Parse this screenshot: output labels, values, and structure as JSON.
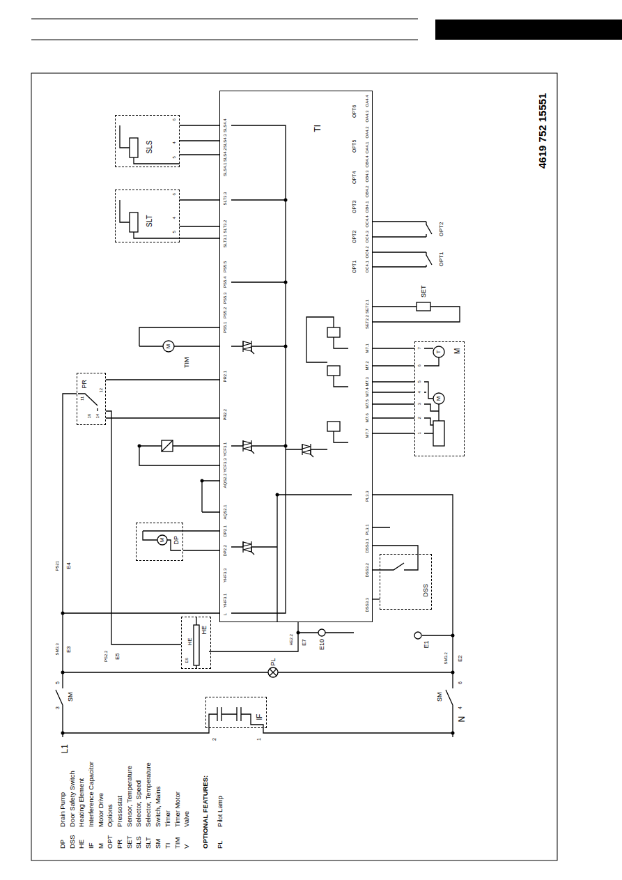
{
  "diagram": {
    "nodes": [
      {
        "text": [
          "TI"
        ]
      },
      {
        "text": [
          "SLS"
        ]
      },
      {
        "text": [
          "SLT"
        ]
      },
      {
        "text": [
          "PR"
        ]
      },
      {
        "text": [
          "DP"
        ]
      },
      {
        "text": [
          "HE",
          "HE"
        ]
      },
      {
        "text": [
          "DSS"
        ]
      },
      {
        "text": [
          "M"
        ]
      },
      {
        "text": [
          "IF"
        ]
      }
    ],
    "edges": [
      {
        "from": 1,
        "to": 0,
        "arrow": "none"
      },
      {
        "from": 2,
        "to": 0,
        "arrow": "none"
      },
      {
        "from": 3,
        "to": 0,
        "arrow": "none"
      },
      {
        "from": 4,
        "to": 0,
        "arrow": "none"
      },
      {
        "from": 5,
        "to": 3,
        "arrow": "none"
      },
      {
        "from": 6,
        "to": 0,
        "arrow": "none"
      },
      {
        "from": 7,
        "to": 0,
        "arrow": "none"
      }
    ],
    "labels": [
      "DP",
      "Drain Pump",
      "DSS",
      "Door Safety Switch",
      "HE",
      "Heating Element",
      "IF",
      "Interference Capacitor",
      "M",
      "Motor Drive",
      "OPT",
      "Options",
      "PR",
      "Pressostat",
      "SET",
      "Sensor, Temperature",
      "SLS",
      "Selector, Speed",
      "SLT",
      "Selector, Temperature",
      "SM",
      "Switch, Mains",
      "TI",
      "Timer",
      "TIM",
      "Timer Motor",
      "V",
      "Valve",
      "OPTIONAL FEATURES:",
      "PL",
      "Pilot Lamp",
      "4619 752 15551",
      "SLS4.4",
      "SLS4.3",
      "SLS4.2",
      "SLS4.1",
      "SLT3.3",
      "SLT3.2",
      "SLT3.1",
      "PS5.5",
      "PS5.4",
      "PS5.3",
      "PS5.2",
      "PS5.1",
      "PR2.1",
      "PR2.2",
      "YCF3.1",
      "YCF3.3",
      "AQS2.2",
      "AQS2.1",
      "DP2.1",
      "DP2.2",
      "YHF3.3",
      "YHF3.1",
      "L",
      "OA4.4",
      "OA4.3",
      "OA4.2",
      "OA4.1",
      "OB4.4",
      "OB4.3",
      "OB4.2",
      "OB4.1",
      "OC4.4",
      "OC4.3",
      "OC4.2",
      "OC4.1",
      "SET2.1",
      "SET2.2",
      "M7.1",
      "M7.2",
      "M7.3",
      "M7.4",
      "M7.5",
      "M7.6",
      "M7.7",
      "PL3.3",
      "PL3.1",
      "DSS3.1",
      "DSS3.2",
      "DSS3.3",
      "OPT6",
      "OPT5",
      "OPT4",
      "OPT3",
      "OPT2",
      "OPT1",
      "OPT1",
      "OPT2",
      "SET",
      "T",
      "M",
      "7",
      "6",
      "5",
      "4",
      "3",
      "2",
      "1",
      "M",
      "TIM",
      "M",
      "11",
      "12",
      "14",
      "16",
      "E6",
      "6",
      "4",
      "5",
      "6",
      "4",
      "5",
      "PL",
      "E10",
      "E1",
      "HE2.2",
      "E7",
      "PS2.2",
      "E5",
      "SM3.3",
      "E3",
      "PS21",
      "E4",
      "SM3.2",
      "E2",
      "L1",
      "N",
      "SM",
      "3",
      "5",
      "SM",
      "4",
      "6",
      "2",
      "1"
    ]
  }
}
